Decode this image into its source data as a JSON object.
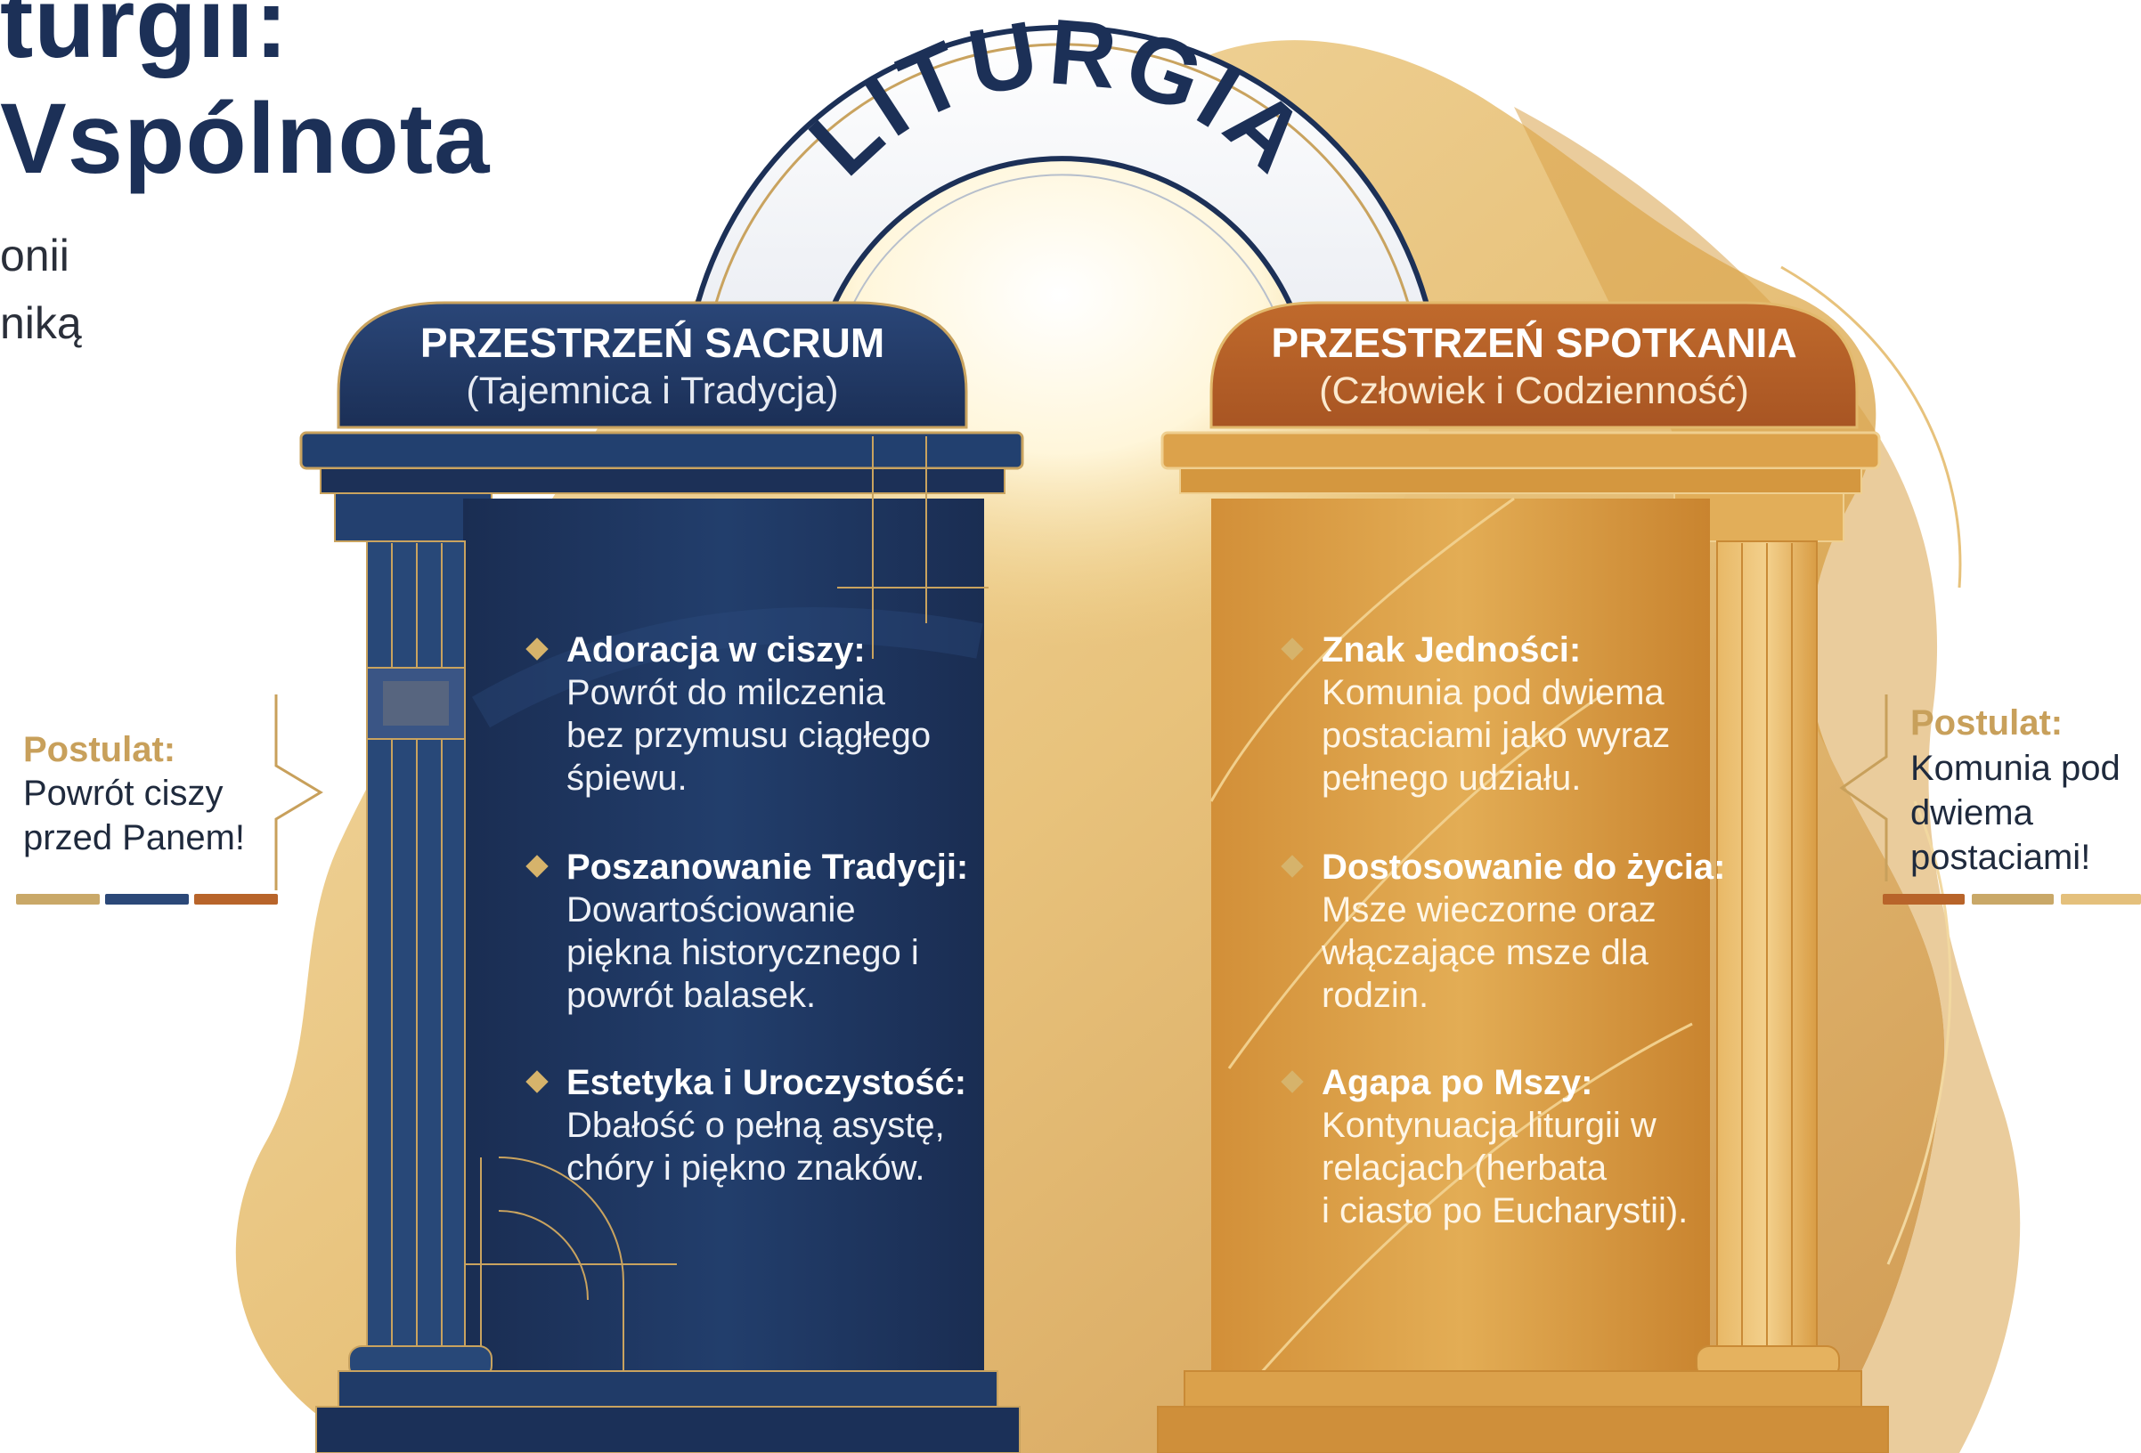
{
  "header": {
    "title_line1": "turgii:",
    "title_line2": "Vspólnota",
    "subtitle_line1": "onii",
    "subtitle_line2": "niką"
  },
  "arch": {
    "label": "LITURGIA"
  },
  "left_panel": {
    "title": "PRZESTRZEŃ SACRUM",
    "subtitle": "(Tajemnica i Tradycja)",
    "items": [
      {
        "heading": "Adoracja w ciszy:",
        "body": "Powrót do milczenia\nbez przymusu ciągłego\nśpiewu."
      },
      {
        "heading": "Poszanowanie Tradycji:",
        "body": "Dowartościowanie\npiękna historycznego i\npowrót balasek."
      },
      {
        "heading": "Estetyka i Uroczystość:",
        "body": "Dbałość o pełną asystę,\nchóry i piękno znaków."
      }
    ]
  },
  "right_panel": {
    "title": "PRZESTRZEŃ SPOTKANIA",
    "subtitle": "(Człowiek i Codzienność)",
    "items": [
      {
        "heading": "Znak Jedności:",
        "body": "Komunia pod dwiema\npostaciami jako wyraz\npełnego udziału."
      },
      {
        "heading": "Dostosowanie do życia:",
        "body": "Msze wieczorne oraz\nwłączające msze dla\nrodzin."
      },
      {
        "heading": "Agapa po Mszy:",
        "body": "Kontynuacja liturgii w\nrelacjach (herbata\ni ciasto po Eucharystii)."
      }
    ]
  },
  "postulat_left": {
    "label": "Postulat:",
    "text": "Powrót ciszy\nprzed Panem!"
  },
  "postulat_right": {
    "label": "Postulat:",
    "text": "Komunia pod\ndwiema\npostaciami!"
  },
  "colors": {
    "navy": "#1c3057",
    "navy_mid": "#24406f",
    "gold": "#d9a64a",
    "gold_light": "#e8c27a",
    "copper": "#b8642a",
    "postulat": "#c8a05b"
  }
}
